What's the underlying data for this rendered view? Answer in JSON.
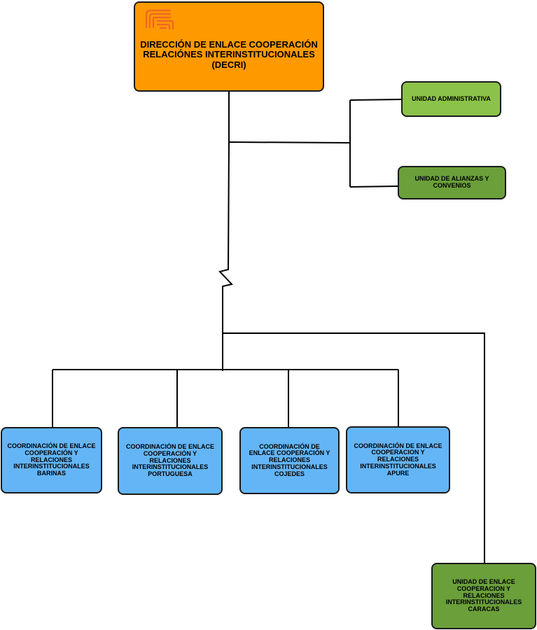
{
  "root": {
    "lines": [
      "DIRECCIÓN DE ENLACE COOPERACIÓN",
      "RELACIÓNES INTERINSTITUCIONALES",
      "(DECRI)"
    ],
    "logo_icon": "institution-logo-icon"
  },
  "units": {
    "administrativa": {
      "lines": [
        "UNIDAD ADMINISTRATIVA"
      ]
    },
    "alianzas": {
      "lines": [
        "UNIDAD DE ALIANZAS Y",
        "CONVENIOS"
      ]
    },
    "caracas": {
      "lines": [
        "UNIDAD DE ENLACE",
        "COOPERACION Y",
        "RELACIONES",
        "INTERINSTITUCIONALES",
        "CARACAS"
      ]
    }
  },
  "coordinations": [
    {
      "lines": [
        "COORDINACIÓN DE ENLACE",
        "COOPERACIÓN Y",
        "RELACIONES",
        "INTERINSTITUCIONALES",
        "BARINAS"
      ]
    },
    {
      "lines": [
        "COORDINACIÓN DE ENLACE",
        "COOPERACIÓN Y",
        "RELACIONES",
        "INTERINSTITUCIONALES",
        "PORTUGUESA"
      ]
    },
    {
      "lines": [
        "COORDINACIÓN DE",
        "ENLACE COOPERACIÓN Y",
        "RELACIONES",
        "INTERINSTITUCIONALES",
        "COJEDES"
      ]
    },
    {
      "lines": [
        "COORDINACIÓN DE ENLACE",
        "COOPERACION Y",
        "RELACIONES",
        "INTERINSTITUCIONALES",
        "APURE"
      ]
    }
  ],
  "colors": {
    "root": "#ff9900",
    "unit_light_green": "#8bc34a",
    "unit_dark_green": "#6a9f3a",
    "coordination_blue": "#64b5f6",
    "logo_orange": "#f26522"
  }
}
